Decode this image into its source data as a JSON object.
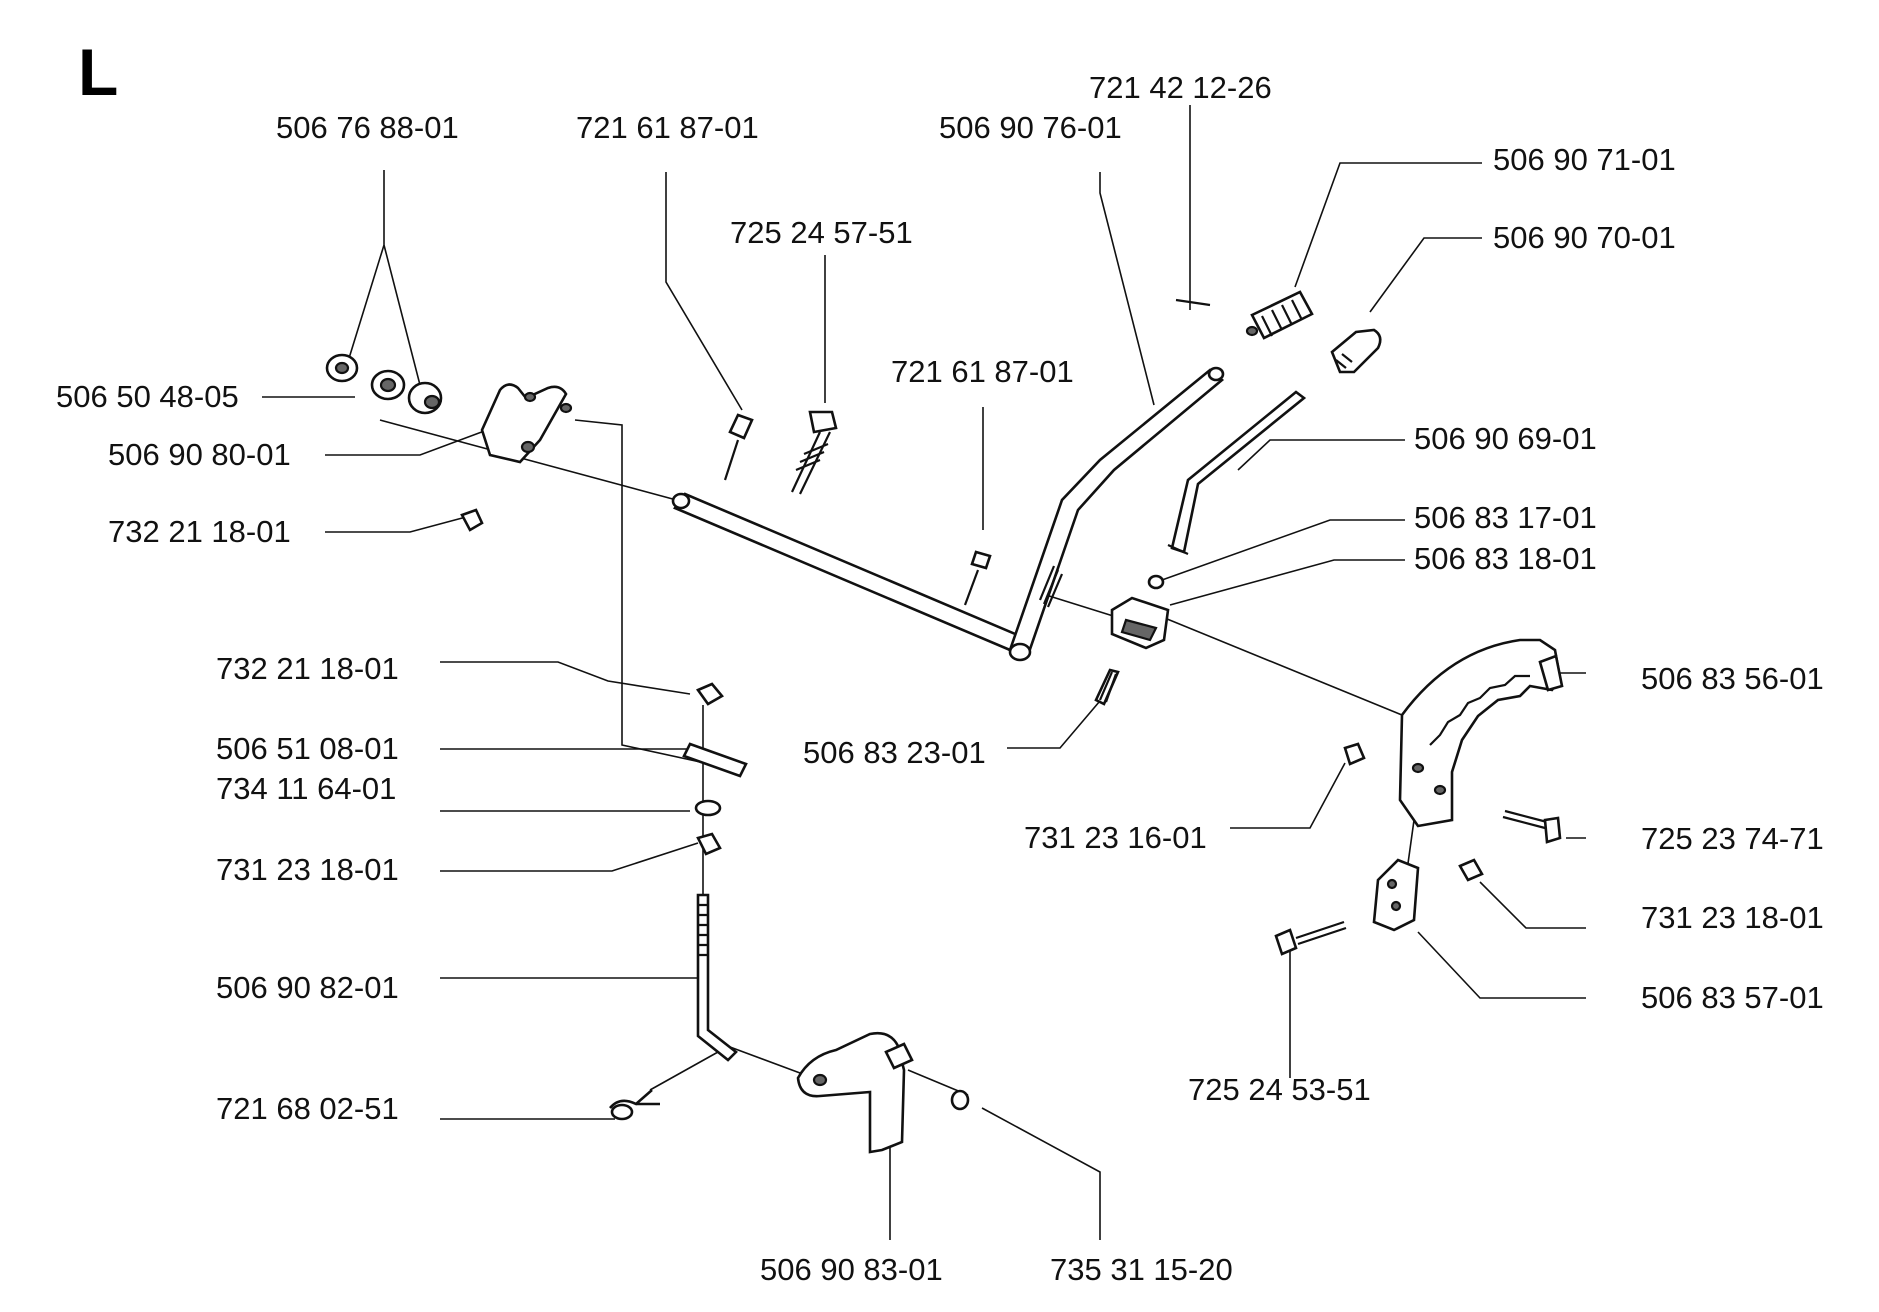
{
  "section_letter": "L",
  "part_labels": [
    "721 42 12-26",
    "506 76 88-01",
    "721 61 87-01",
    "506 90 76-01",
    "506 90 71-01",
    "725 24 57-51",
    "506 90 70-01",
    "721 61 87-01",
    "506 50 48-05",
    "506 90 69-01",
    "506 90 80-01",
    "506 83 17-01",
    "732 21 18-01",
    "506 83 18-01",
    "732 21 18-01",
    "506 83 56-01",
    "506 51 08-01",
    "506 83 23-01",
    "734 11 64-01",
    "731 23 16-01",
    "725 23 74-71",
    "731 23 18-01",
    "731 23 18-01",
    "506 90 82-01",
    "506 83 57-01",
    "725 24 53-51",
    "721 68 02-51",
    "506 90 83-01",
    "735 31 15-20"
  ]
}
